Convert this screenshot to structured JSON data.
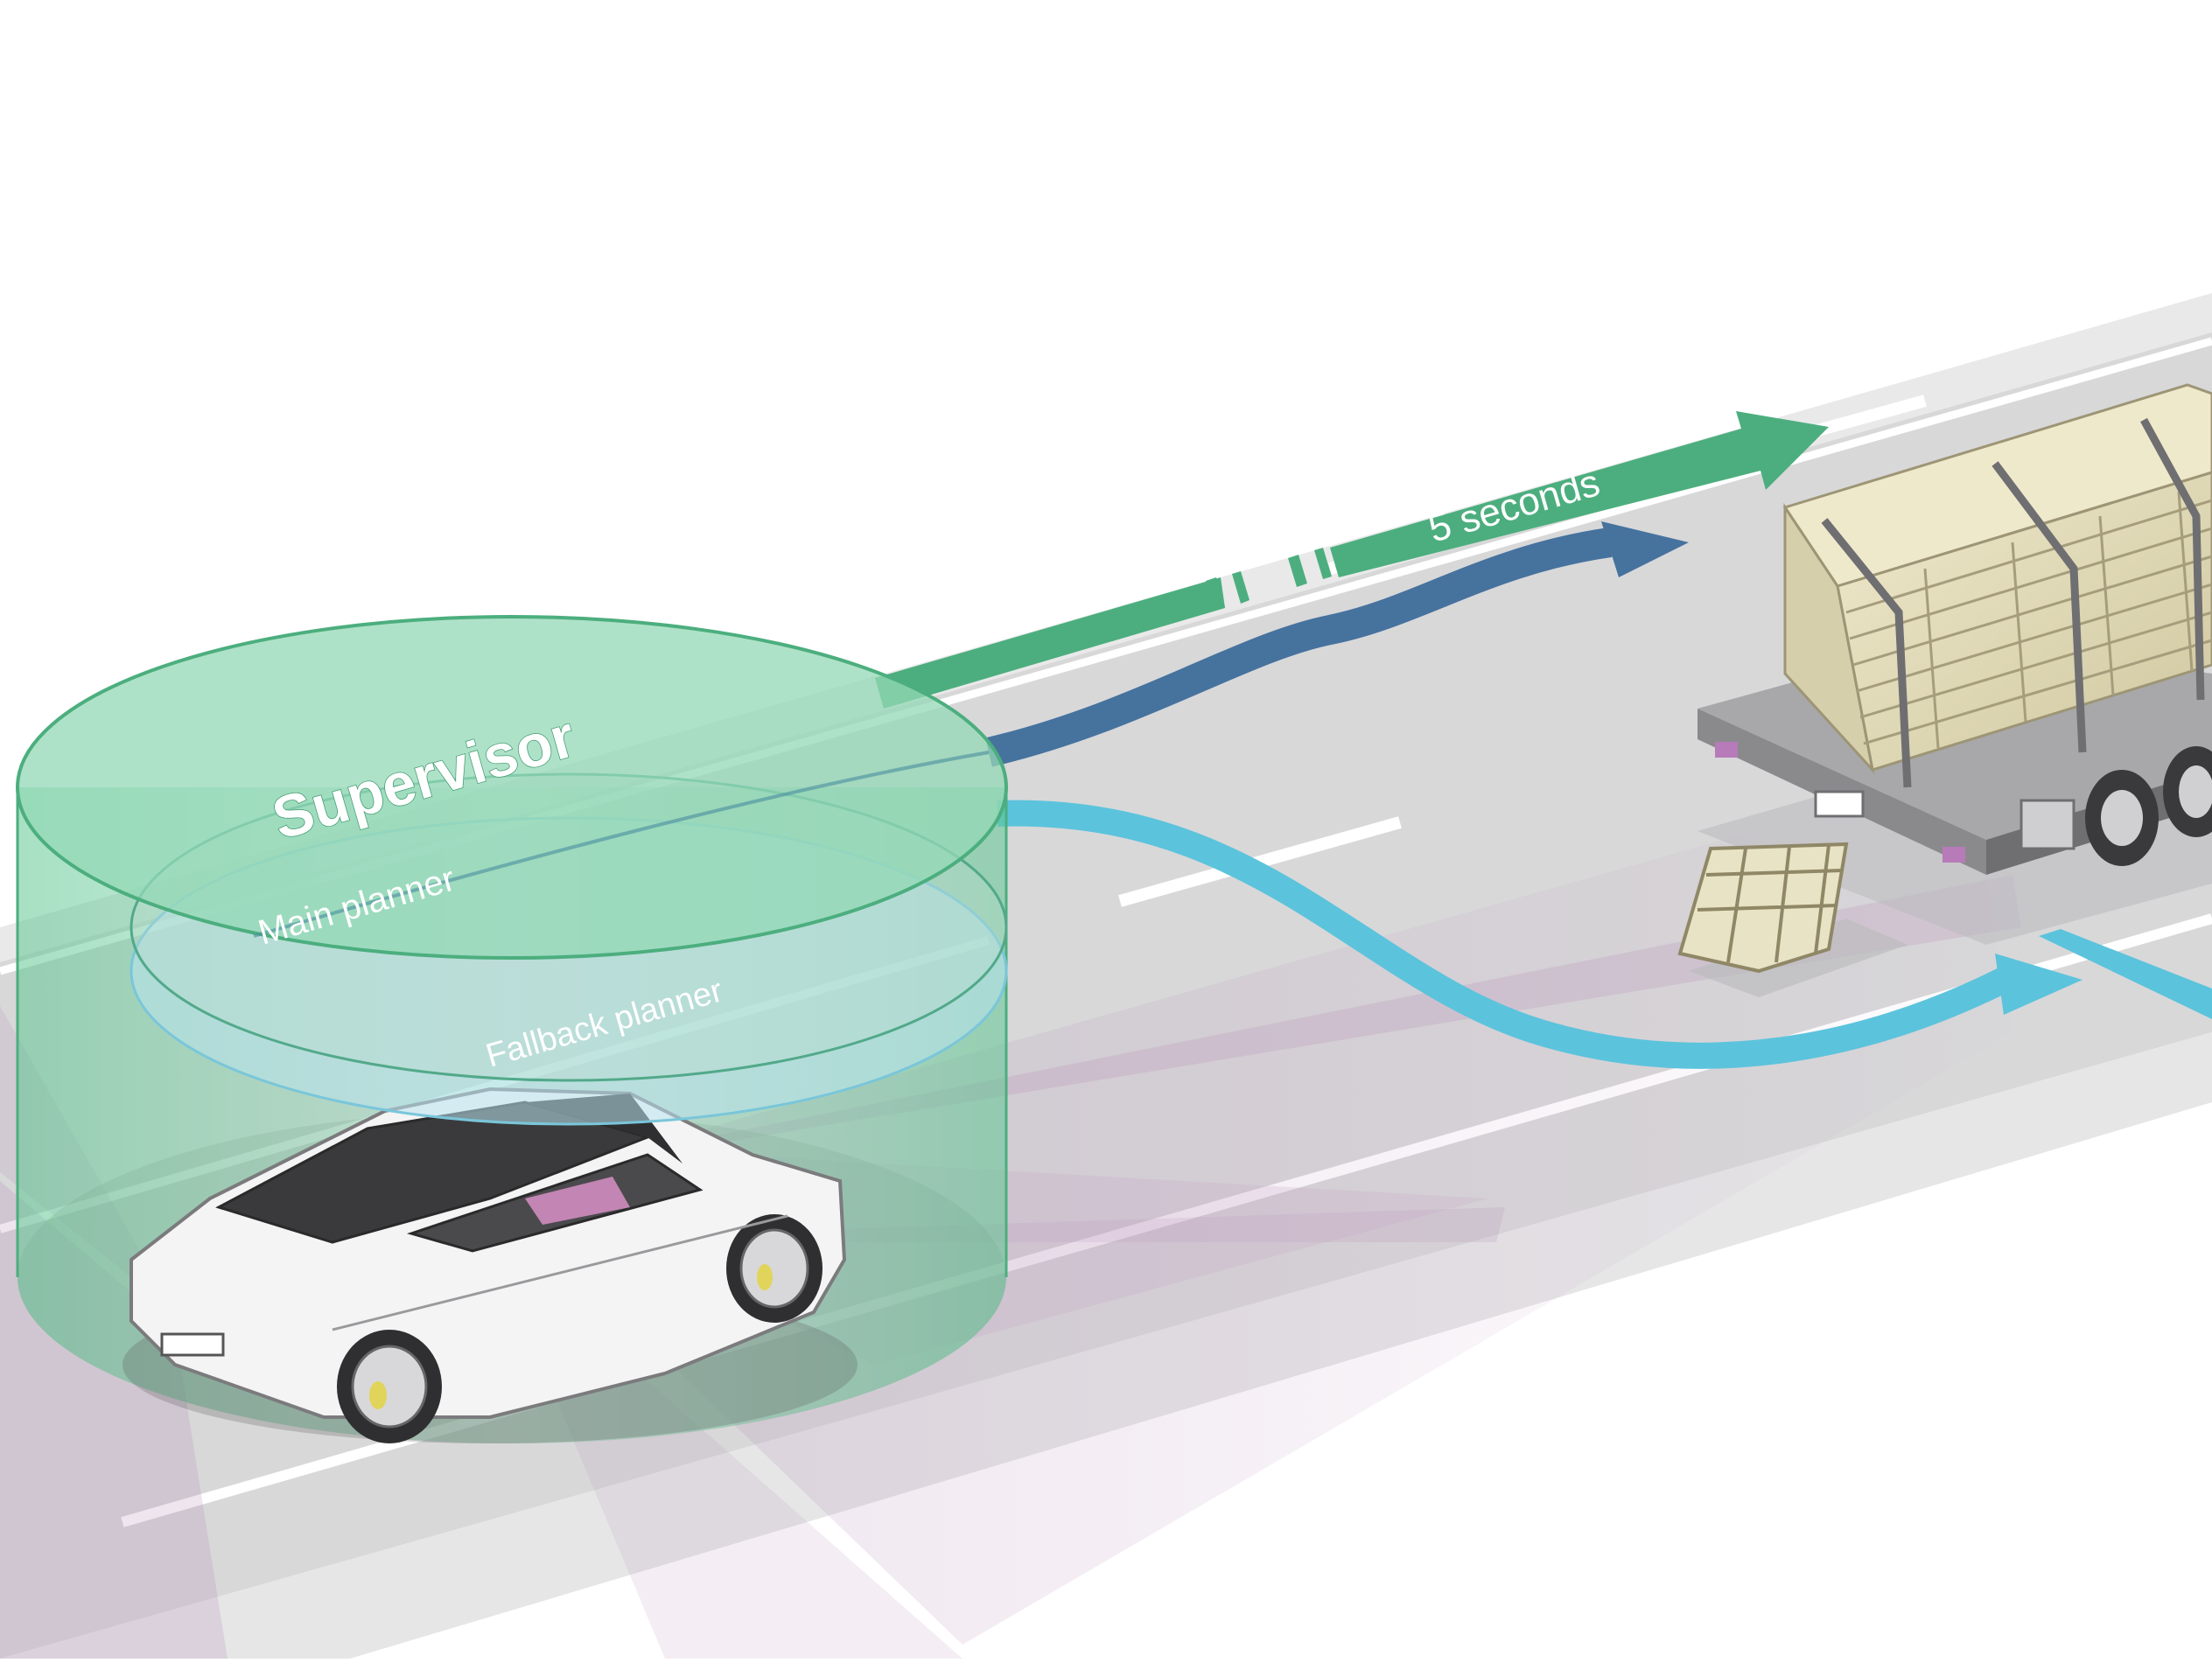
{
  "labels": {
    "supervisor": "Supervisor",
    "main_planner": "Main planner",
    "fallback_planner": "Fallback planner",
    "horizon": "5 seconds"
  },
  "colors": {
    "road": "#d8d8d9",
    "road_edge": "#eeeeef",
    "lane_marking": "#ffffff",
    "sensor_field": "#b48ab4",
    "supervisor_cylinder": "#6fcf9f",
    "supervisor_top": "#93d8b6",
    "main_planner_path": "#46729e",
    "fallback_planner_path": "#5cc3dc",
    "horizon_arrow": "#4cae7e",
    "car_body": "#f4f4f4",
    "truck_bed": "#a8a8ab",
    "pallet": "#e8e3c4"
  },
  "icons": {
    "ego_vehicle": "car-icon",
    "obstacle_truck": "truck-icon",
    "dropped_pallet": "pallet-icon"
  }
}
